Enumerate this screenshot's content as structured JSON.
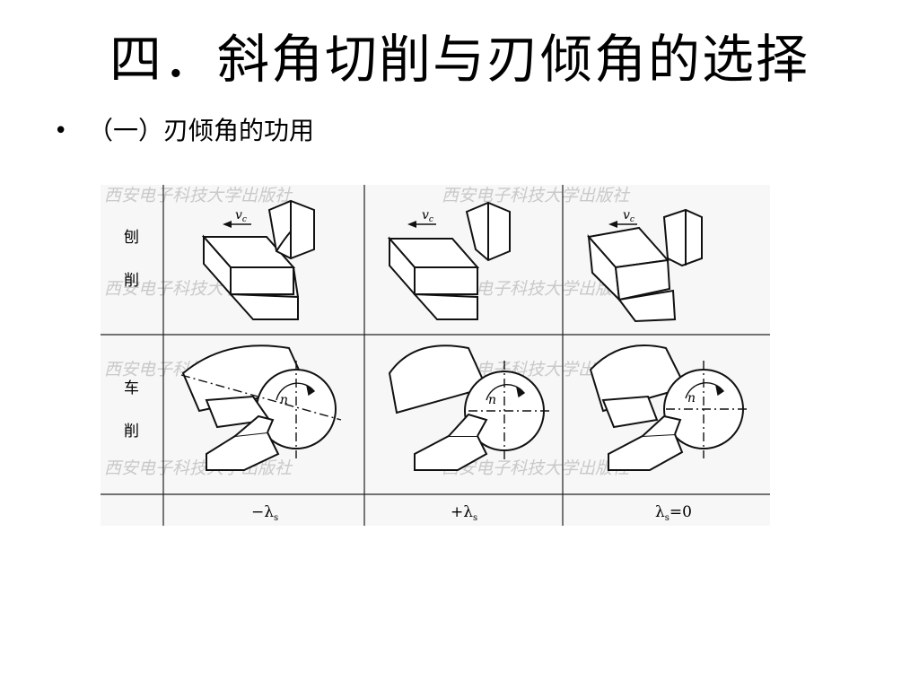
{
  "slide": {
    "title": "四．斜角切削与刃倾角的选择",
    "bullet": "（一）刃倾角的功用"
  },
  "figure": {
    "rows": [
      {
        "label_top": "刨",
        "label_bottom": "削"
      },
      {
        "label_top": "车",
        "label_bottom": "削"
      }
    ],
    "columns": [
      {
        "prefix": "−λ",
        "subscript": "s",
        "suffix": ""
      },
      {
        "prefix": "+λ",
        "subscript": "s",
        "suffix": ""
      },
      {
        "prefix": "λ",
        "subscript": "s",
        "suffix": "=0"
      }
    ],
    "velocity_label": "v",
    "velocity_sub": "c",
    "rotation_label": "n",
    "watermark": "西安电子科技大学出版社"
  }
}
